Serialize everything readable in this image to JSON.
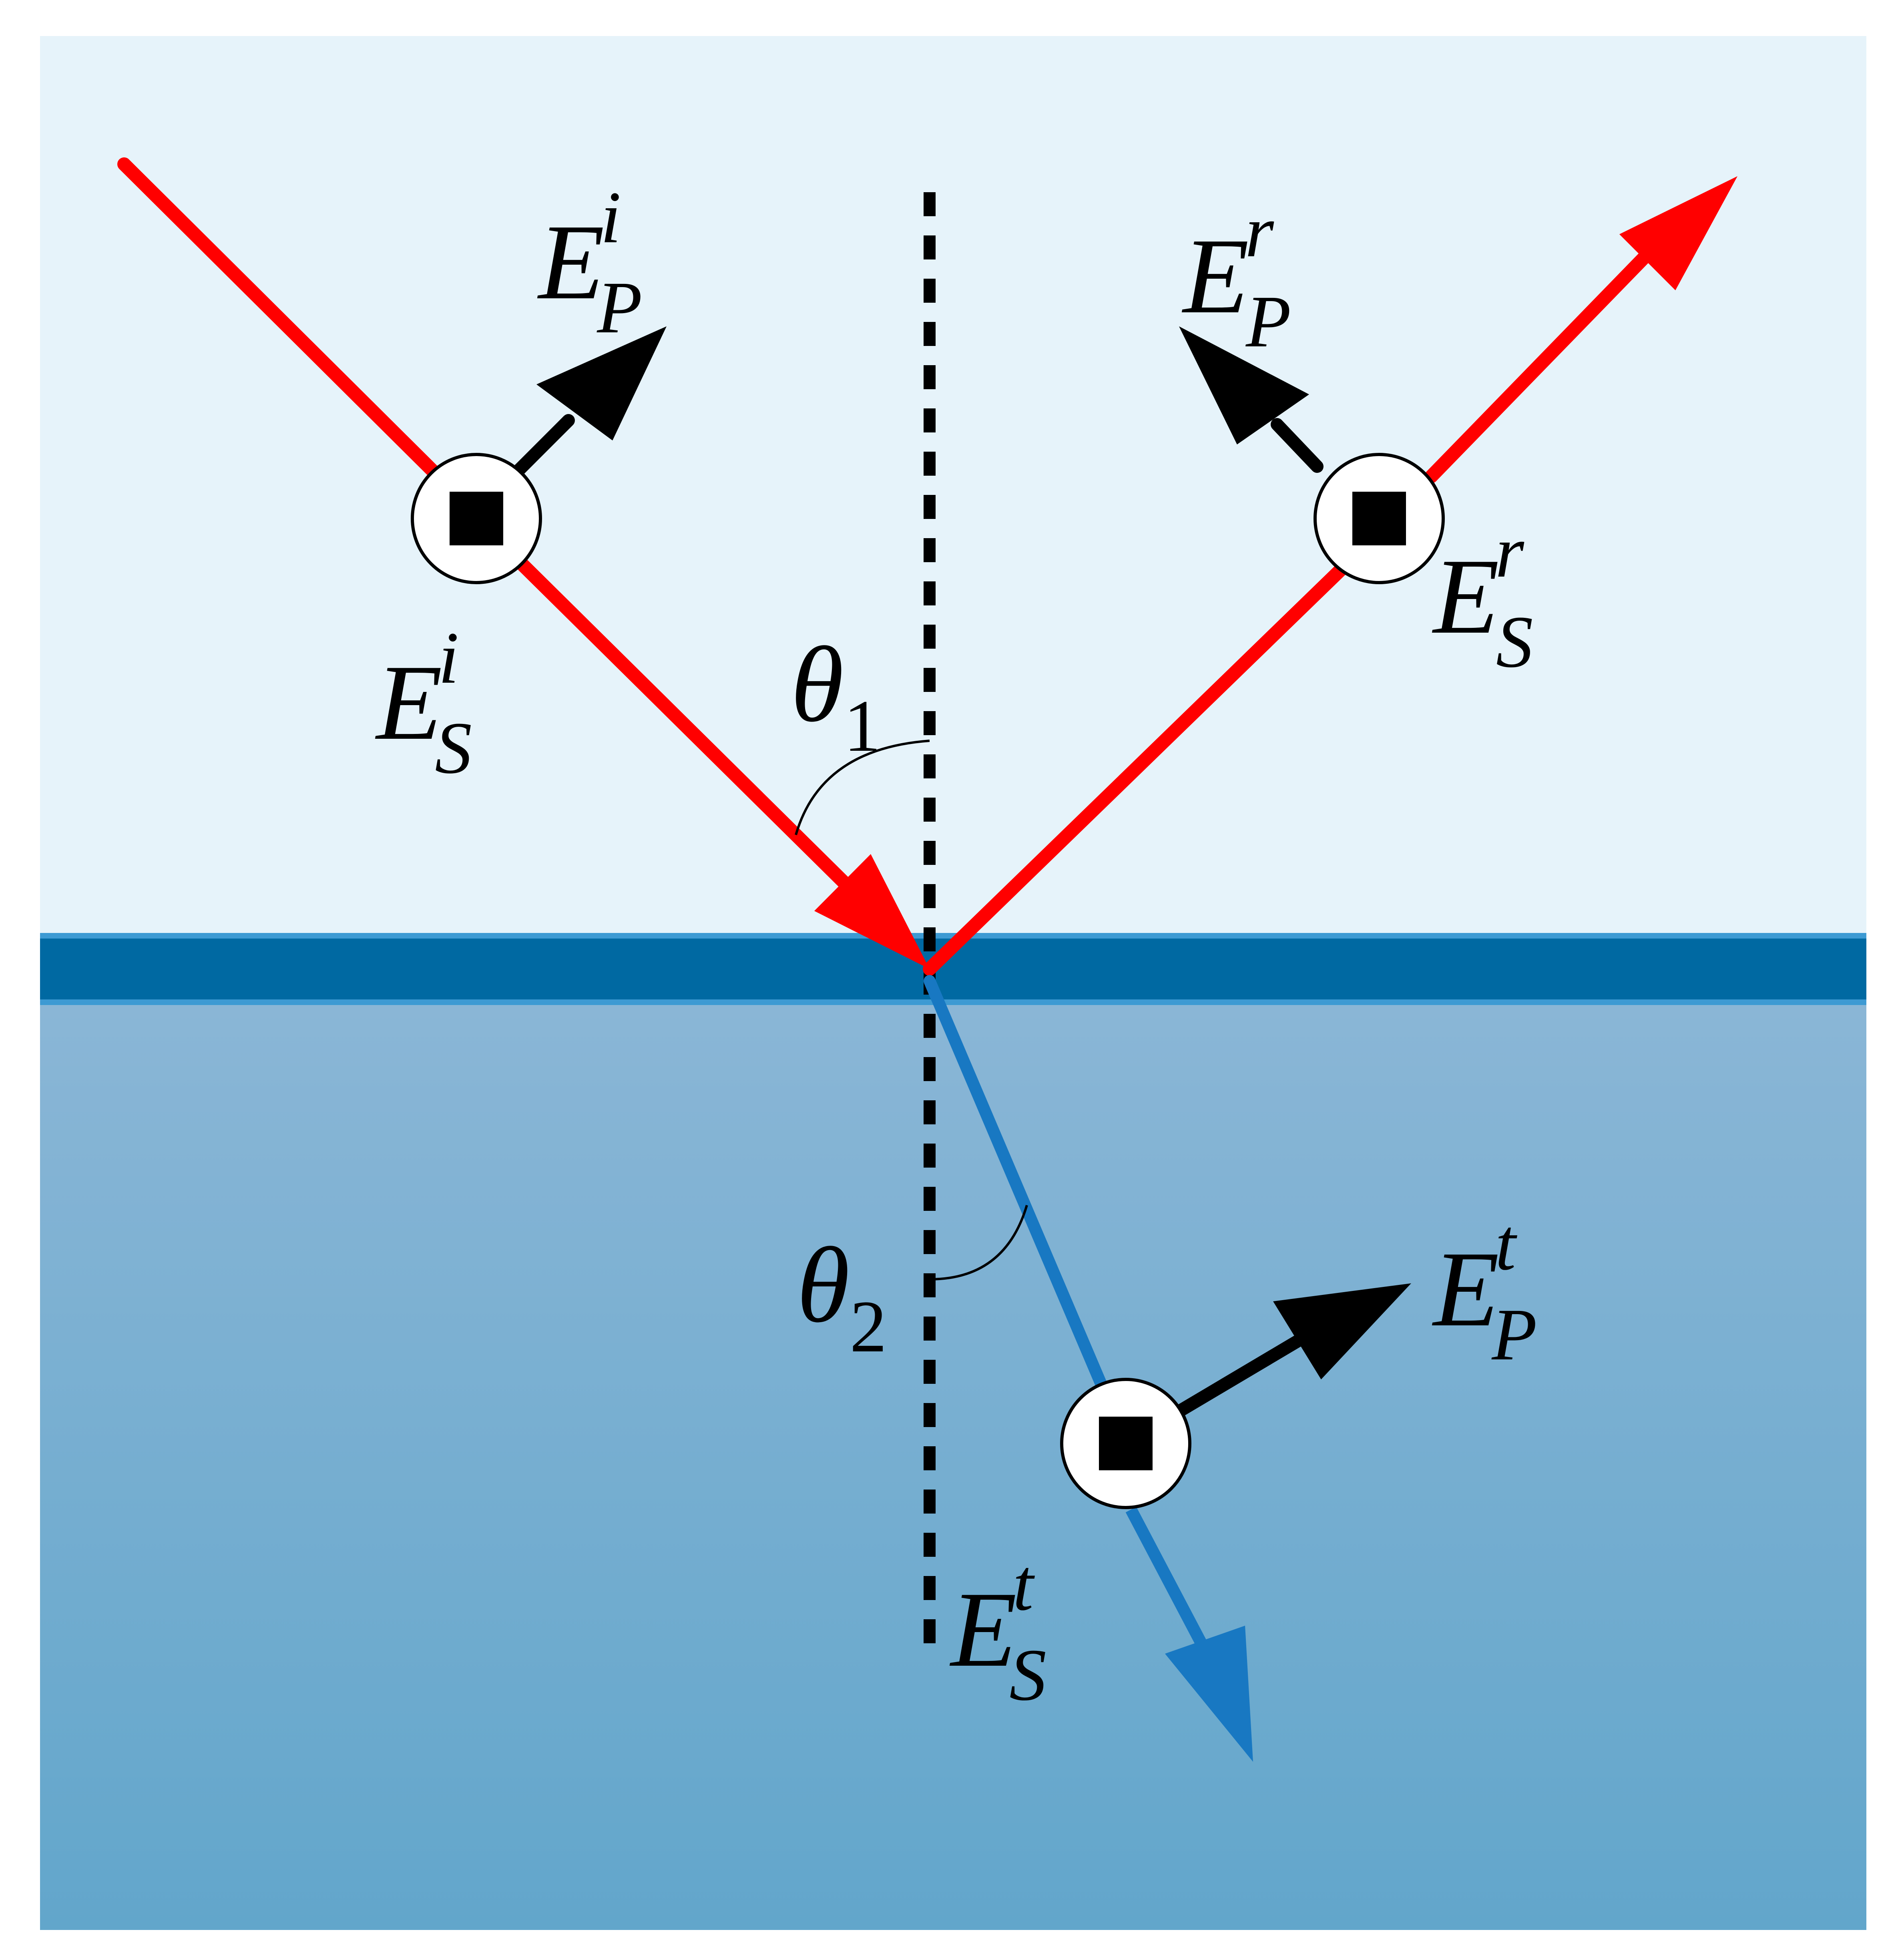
{
  "colors": {
    "upper_medium": "#e6f3fa",
    "interface_band": "#0069a2",
    "interface_edge": "#3d9ad3",
    "lower_medium_top": "#8ab6d6",
    "lower_medium_bottom": "#62a6cb",
    "incident_ray": "#ff0000",
    "reflected_ray": "#ff0000",
    "transmitted_ray": "#1878c2",
    "normal_line": "#000000",
    "polarization_arrow": "#000000"
  },
  "labels": {
    "incident_p": {
      "main": "E",
      "sub": "P",
      "sup": "i"
    },
    "incident_s": {
      "main": "E",
      "sub": "S",
      "sup": "i"
    },
    "reflected_p": {
      "main": "E",
      "sub": "P",
      "sup": "r"
    },
    "reflected_s": {
      "main": "E",
      "sub": "S",
      "sup": "r"
    },
    "transmitted_p": {
      "main": "E",
      "sub": "P",
      "sup": "t"
    },
    "transmitted_s": {
      "main": "E",
      "sub": "S",
      "sup": "t"
    },
    "theta_1": {
      "main": "θ",
      "sub": "1"
    },
    "theta_2": {
      "main": "θ",
      "sub": "2"
    }
  },
  "icons": {
    "polarization_marker": "dot-in-circle-icon"
  }
}
